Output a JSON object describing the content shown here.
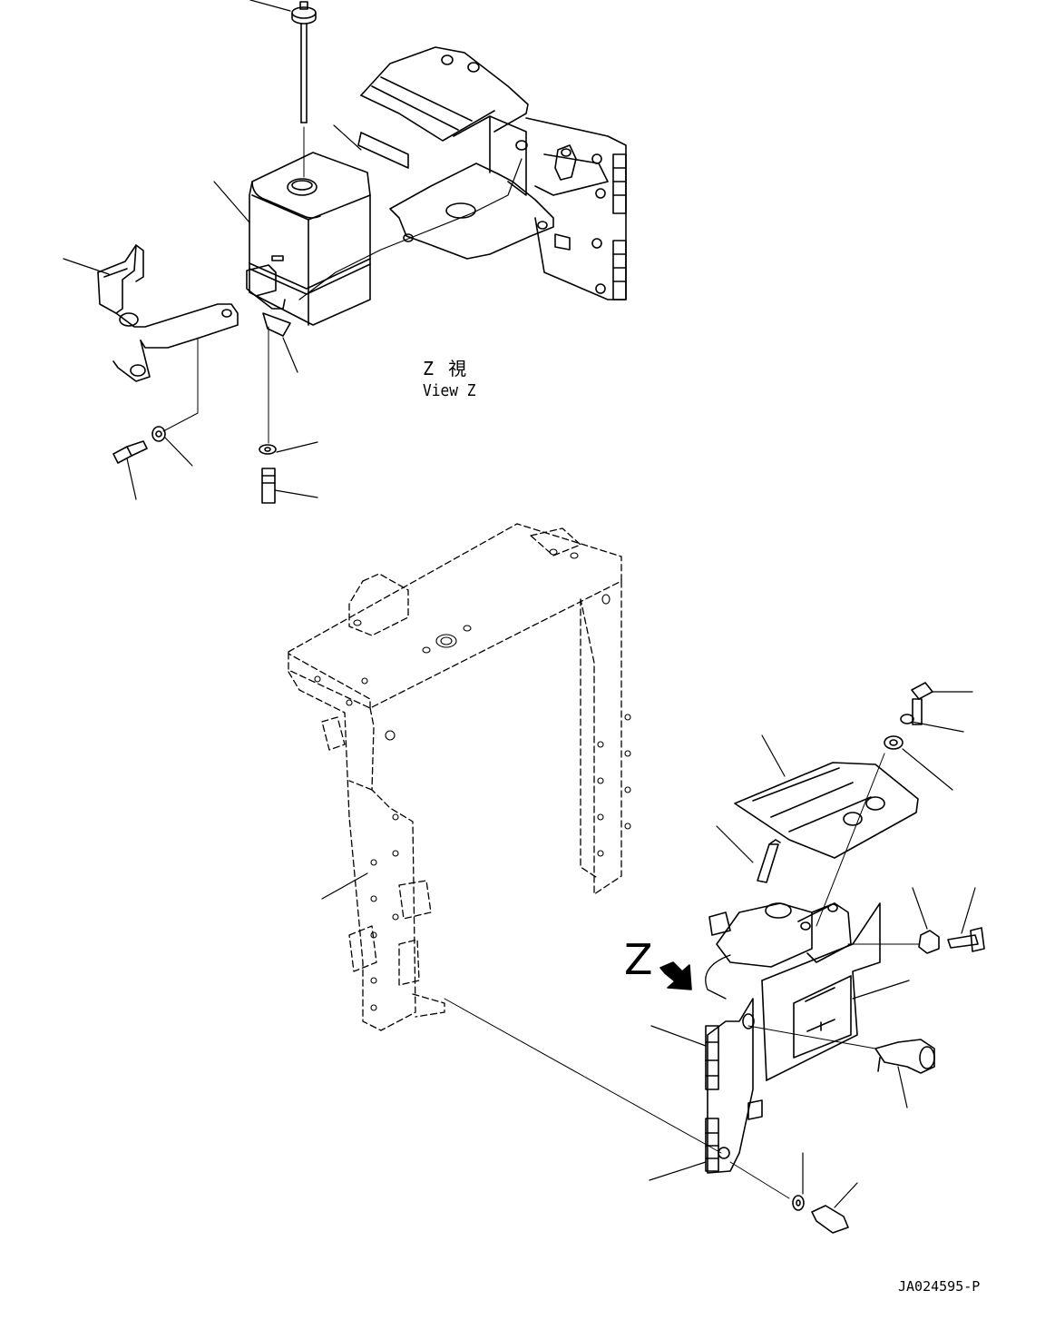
{
  "view_label_jp": "Z 視",
  "view_label_en": "View Z",
  "arrow_label": "Z",
  "drawing_code": "JA024595-P",
  "stroke_color": "#000000"
}
